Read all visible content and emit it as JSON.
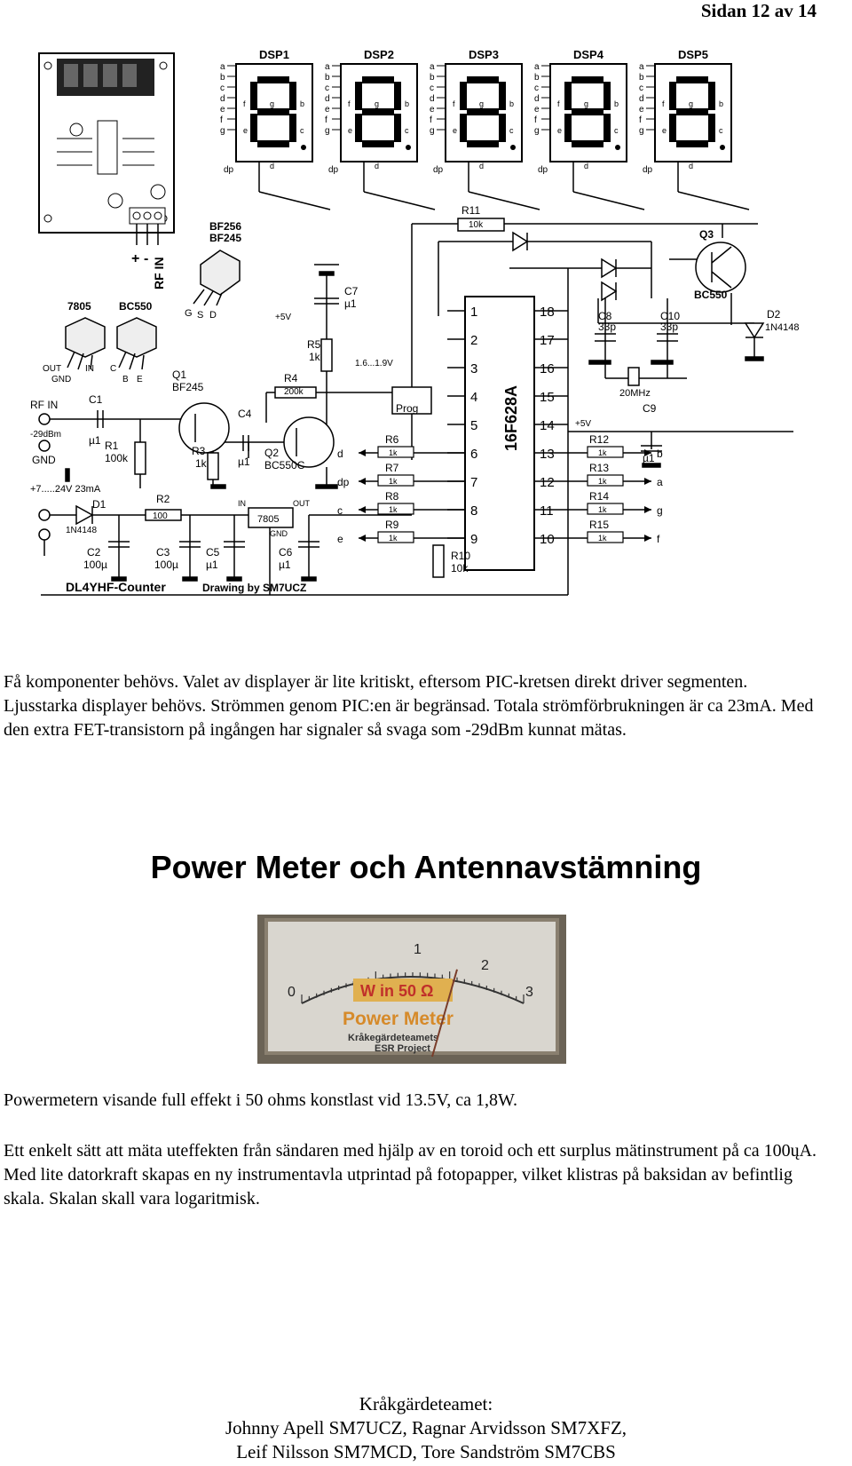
{
  "page_header": {
    "page_number": "Sidan 12 av 14"
  },
  "schematic": {
    "displays": [
      "DSP1",
      "DSP2",
      "DSP3",
      "DSP4",
      "DSP5"
    ],
    "segment_pins": [
      "a",
      "b",
      "c",
      "d",
      "e",
      "f",
      "g"
    ],
    "dp_label": "dp",
    "segment_labels": {
      "f": "f",
      "g": "g",
      "e": "e",
      "c": "c",
      "d": "d",
      "b": "b"
    },
    "counter_board": {
      "rf_in_label": "RF IN",
      "plus": "+",
      "minus": "-"
    },
    "transistors": {
      "bf_top": "BF256",
      "bf_bottom": "BF245",
      "pin_g": "G",
      "pin_s": "S",
      "pin_d": "D",
      "reg_7805": "7805",
      "bc550": "BC550",
      "reg_out": "OUT",
      "reg_gnd": "GND",
      "reg_in": "IN",
      "bc_c": "C",
      "bc_b": "B",
      "bc_e": "E"
    },
    "components": {
      "R11": "R11",
      "R11_val": "10k",
      "Q3": "Q3",
      "Q3_type": "BC550",
      "D2": "D2",
      "D2_type": "1N4148",
      "C7": "C7",
      "C7_val": "µ1",
      "plus5v": "+5V",
      "R5": "R5",
      "R5_val": "1k",
      "voltage_range": "1.6...1.9V",
      "R4": "R4",
      "R4_val": "200k",
      "Q1": "Q1",
      "Q1_type": "BF245",
      "C4": "C4",
      "C4_val": "µ1",
      "Q2": "Q2",
      "Q2_type": "BC550C",
      "C1": "C1",
      "C1_val": "µ1",
      "rf_in": "RF IN",
      "rf_level": "-29dBm",
      "gnd": "GND",
      "R1": "R1",
      "R1_val": "100k",
      "R3": "R3",
      "R3_val": "1k",
      "supply": "+7.....24V  23mA",
      "D1": "D1",
      "D1_type": "1N4148",
      "R2": "R2",
      "R2_val": "100",
      "C2": "C2",
      "C2_val": "100µ",
      "C3": "C3",
      "C3_val": "100µ",
      "C5": "C5",
      "C5_val": "µ1",
      "C6": "C6",
      "C6_val": "µ1",
      "reg": "7805",
      "in": "IN",
      "out": "OUT",
      "reg_gnd": "GND",
      "C8": "C8",
      "C8_val": "33p",
      "C10": "C10",
      "C10_val": "33p",
      "crystal": "20MHz",
      "C9": "C9",
      "C9_val": "µ1",
      "prog": "Prog",
      "pic": "16F628A",
      "R10": "R10",
      "R10_val": "10k"
    },
    "left_resistors": [
      {
        "ref": "R6",
        "val": "1k",
        "signal": "d"
      },
      {
        "ref": "R7",
        "val": "1k",
        "signal": "dp"
      },
      {
        "ref": "R8",
        "val": "1k",
        "signal": "c"
      },
      {
        "ref": "R9",
        "val": "1k",
        "signal": "e"
      }
    ],
    "right_resistors": [
      {
        "ref": "R12",
        "val": "1k",
        "signal": "b"
      },
      {
        "ref": "R13",
        "val": "1k",
        "signal": "a"
      },
      {
        "ref": "R14",
        "val": "1k",
        "signal": "g"
      },
      {
        "ref": "R15",
        "val": "1k",
        "signal": "f"
      }
    ],
    "pic_pins_left": [
      "1",
      "2",
      "3",
      "4",
      "5",
      "6",
      "7",
      "8",
      "9"
    ],
    "pic_pins_right": [
      "18",
      "17",
      "16",
      "15",
      "14",
      "13",
      "12",
      "11",
      "10"
    ],
    "caption_left": "DL4YHF-Counter",
    "caption_right": "Drawing by SM7UCZ"
  },
  "paragraph_1": "Få komponenter behövs. Valet av displayer är lite kritiskt, eftersom PIC-kretsen direkt driver segmenten. Ljusstarka displayer behövs. Strömmen genom PIC:en är begränsad. Totala strömförbrukningen är ca 23mA. Med den extra FET-transistorn på ingången har signaler så svaga som -29dBm kunnat mätas.",
  "section_title": "Power Meter och Antennavstämning",
  "meter": {
    "scale_labels": [
      "0",
      "1",
      "2",
      "3"
    ],
    "title_line": "W in 50 Ω",
    "name": "Power Meter",
    "maker": "Kråkegärdeteamets",
    "project": "ESR Project",
    "needle_value": 2.1
  },
  "paragraph_2": "Powermetern visande full effekt i 50 ohms konstlast vid 13.5V, ca 1,8W.",
  "paragraph_3": "Ett enkelt sätt att mäta uteffekten från sändaren med hjälp av en toroid och ett surplus mätinstrument på ca 100ųA. Med lite datorkraft skapas en ny instrumentavla utprintad på fotopapper, vilket klistras på baksidan av befintlig skala. Skalan skall vara logaritmisk.",
  "footer": {
    "line1": "Kråkgärdeteamet:",
    "line2": "Johnny Apell SM7UCZ, Ragnar Arvidsson SM7XFZ,",
    "line3": "Leif Nilsson SM7MCD, Tore Sandström SM7CBS"
  }
}
